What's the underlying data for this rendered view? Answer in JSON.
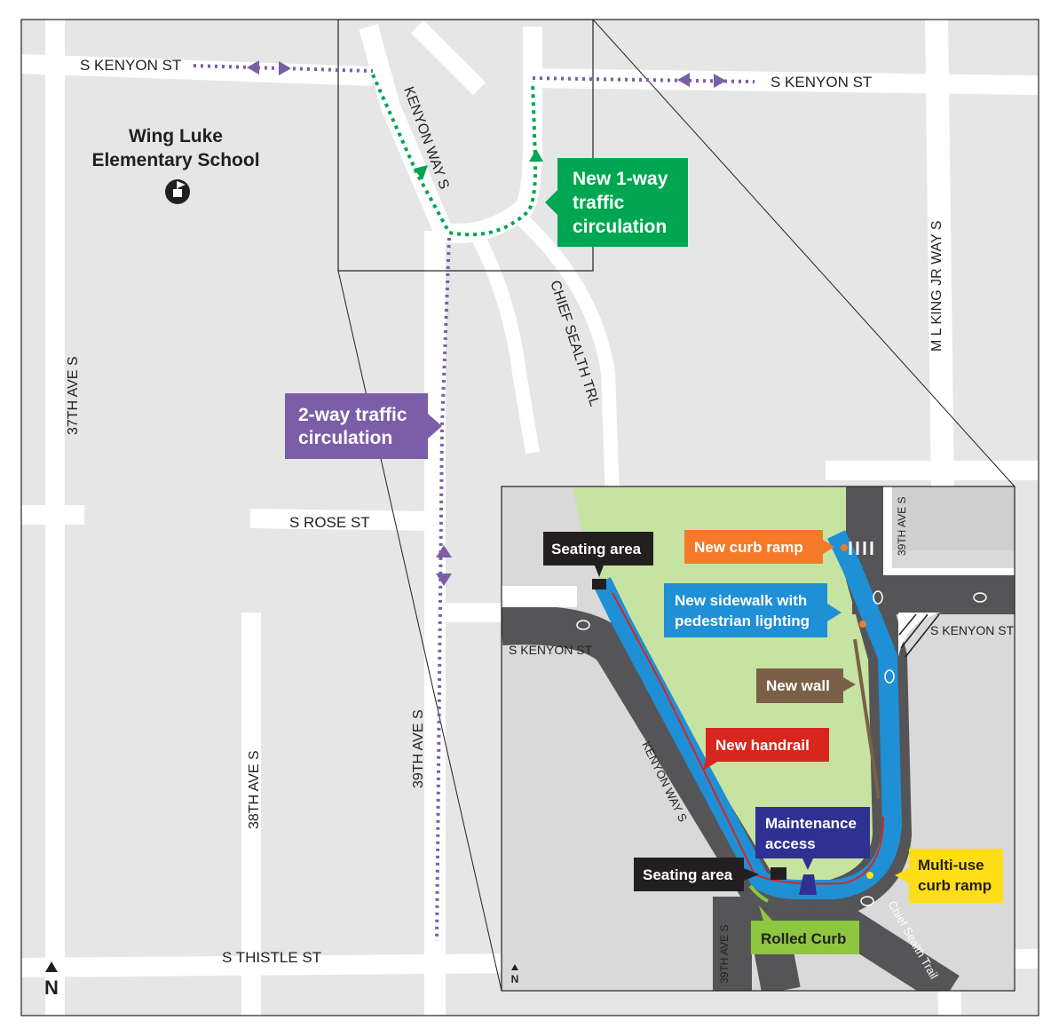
{
  "streets": {
    "s_kenyon_west": "S KENYON ST",
    "s_kenyon_east": "S KENYON ST",
    "kenyon_way": "KENYON WAY S",
    "chief_sealth_trl": "CHIEF SEALTH TRL",
    "ml_king": "M L KING JR WAY S",
    "ave37": "37TH AVE S",
    "ave38": "38TH AVE S",
    "ave39": "39TH AVE S",
    "s_rose": "S ROSE ST",
    "s_thistle": "S THISTLE ST"
  },
  "school": {
    "line1": "Wing Luke",
    "line2": "Elementary School"
  },
  "callouts": {
    "one_way": {
      "lines": [
        "New 1-way",
        "traffic",
        "circulation"
      ],
      "color": "#00a651"
    },
    "two_way": {
      "lines": [
        "2-way traffic",
        "circulation"
      ],
      "color": "#7b5ea7"
    }
  },
  "north": {
    "label": "N"
  },
  "inset": {
    "streets": {
      "ave39_top": "39TH AVE S",
      "kenyon_east": "S KENYON ST",
      "kenyon_west": "S KENYON ST",
      "kenyon_way": "KENYON WAY S",
      "ave39_bottom": "39TH AVE S",
      "chief_sealth": "Chief Sealth Trail"
    },
    "callouts": {
      "seating_top": {
        "text": "Seating area",
        "color": "#231f20"
      },
      "curb_ramp": {
        "text": "New curb ramp",
        "color": "#f47a2a"
      },
      "sidewalk": {
        "lines": [
          "New sidewalk with",
          "pedestrian lighting"
        ],
        "color": "#1f8fd6"
      },
      "wall": {
        "text": "New wall",
        "color": "#7a6046"
      },
      "handrail": {
        "text": "New handrail",
        "color": "#e02020"
      },
      "maintenance": {
        "lines": [
          "Maintenance",
          "access"
        ],
        "color": "#2e3192"
      },
      "seating_bottom": {
        "text": "Seating area",
        "color": "#231f20"
      },
      "multi_use": {
        "lines": [
          "Multi-use",
          "curb ramp"
        ],
        "color": "#ffde17"
      },
      "rolled_curb": {
        "text": "Rolled Curb",
        "color": "#8dc63f"
      }
    },
    "north": {
      "label": "N"
    }
  }
}
